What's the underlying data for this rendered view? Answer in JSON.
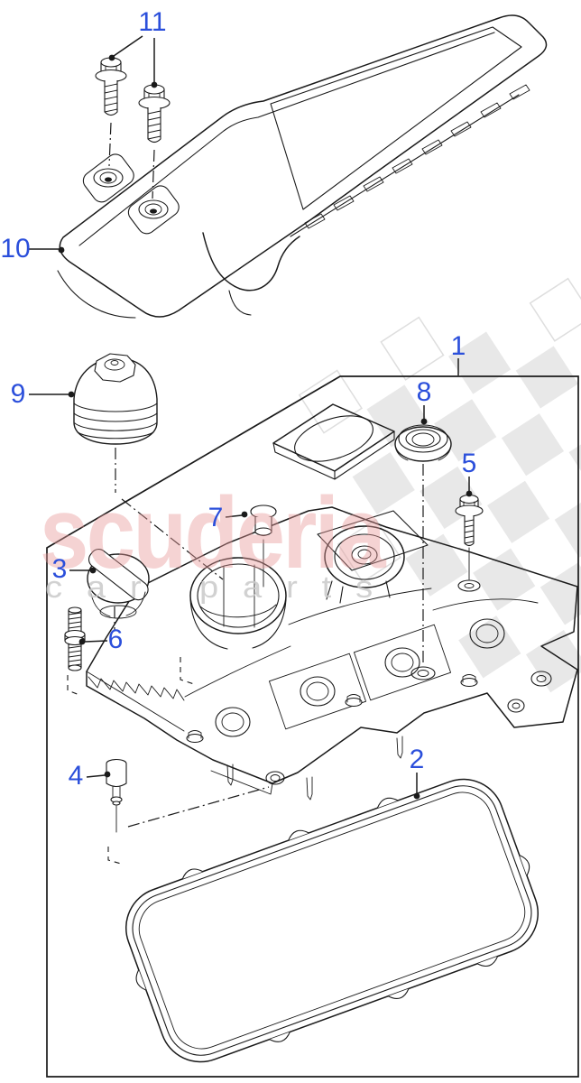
{
  "diagram": {
    "callouts": [
      {
        "label": "1"
      },
      {
        "label": "2"
      },
      {
        "label": "3"
      },
      {
        "label": "4"
      },
      {
        "label": "5"
      },
      {
        "label": "6"
      },
      {
        "label": "7"
      },
      {
        "label": "8"
      },
      {
        "label": "9"
      },
      {
        "label": "10"
      },
      {
        "label": "11"
      }
    ],
    "watermark": {
      "brand": "scuderia",
      "subtitle": "car parts"
    },
    "colors": {
      "callout_blue": "#2b4fdb",
      "line_black": "#1a1a1a",
      "watermark_pink": "#e89898",
      "watermark_gray": "#c9c9c9",
      "checker_gray": "#d6d6d6",
      "background": "#ffffff"
    }
  }
}
